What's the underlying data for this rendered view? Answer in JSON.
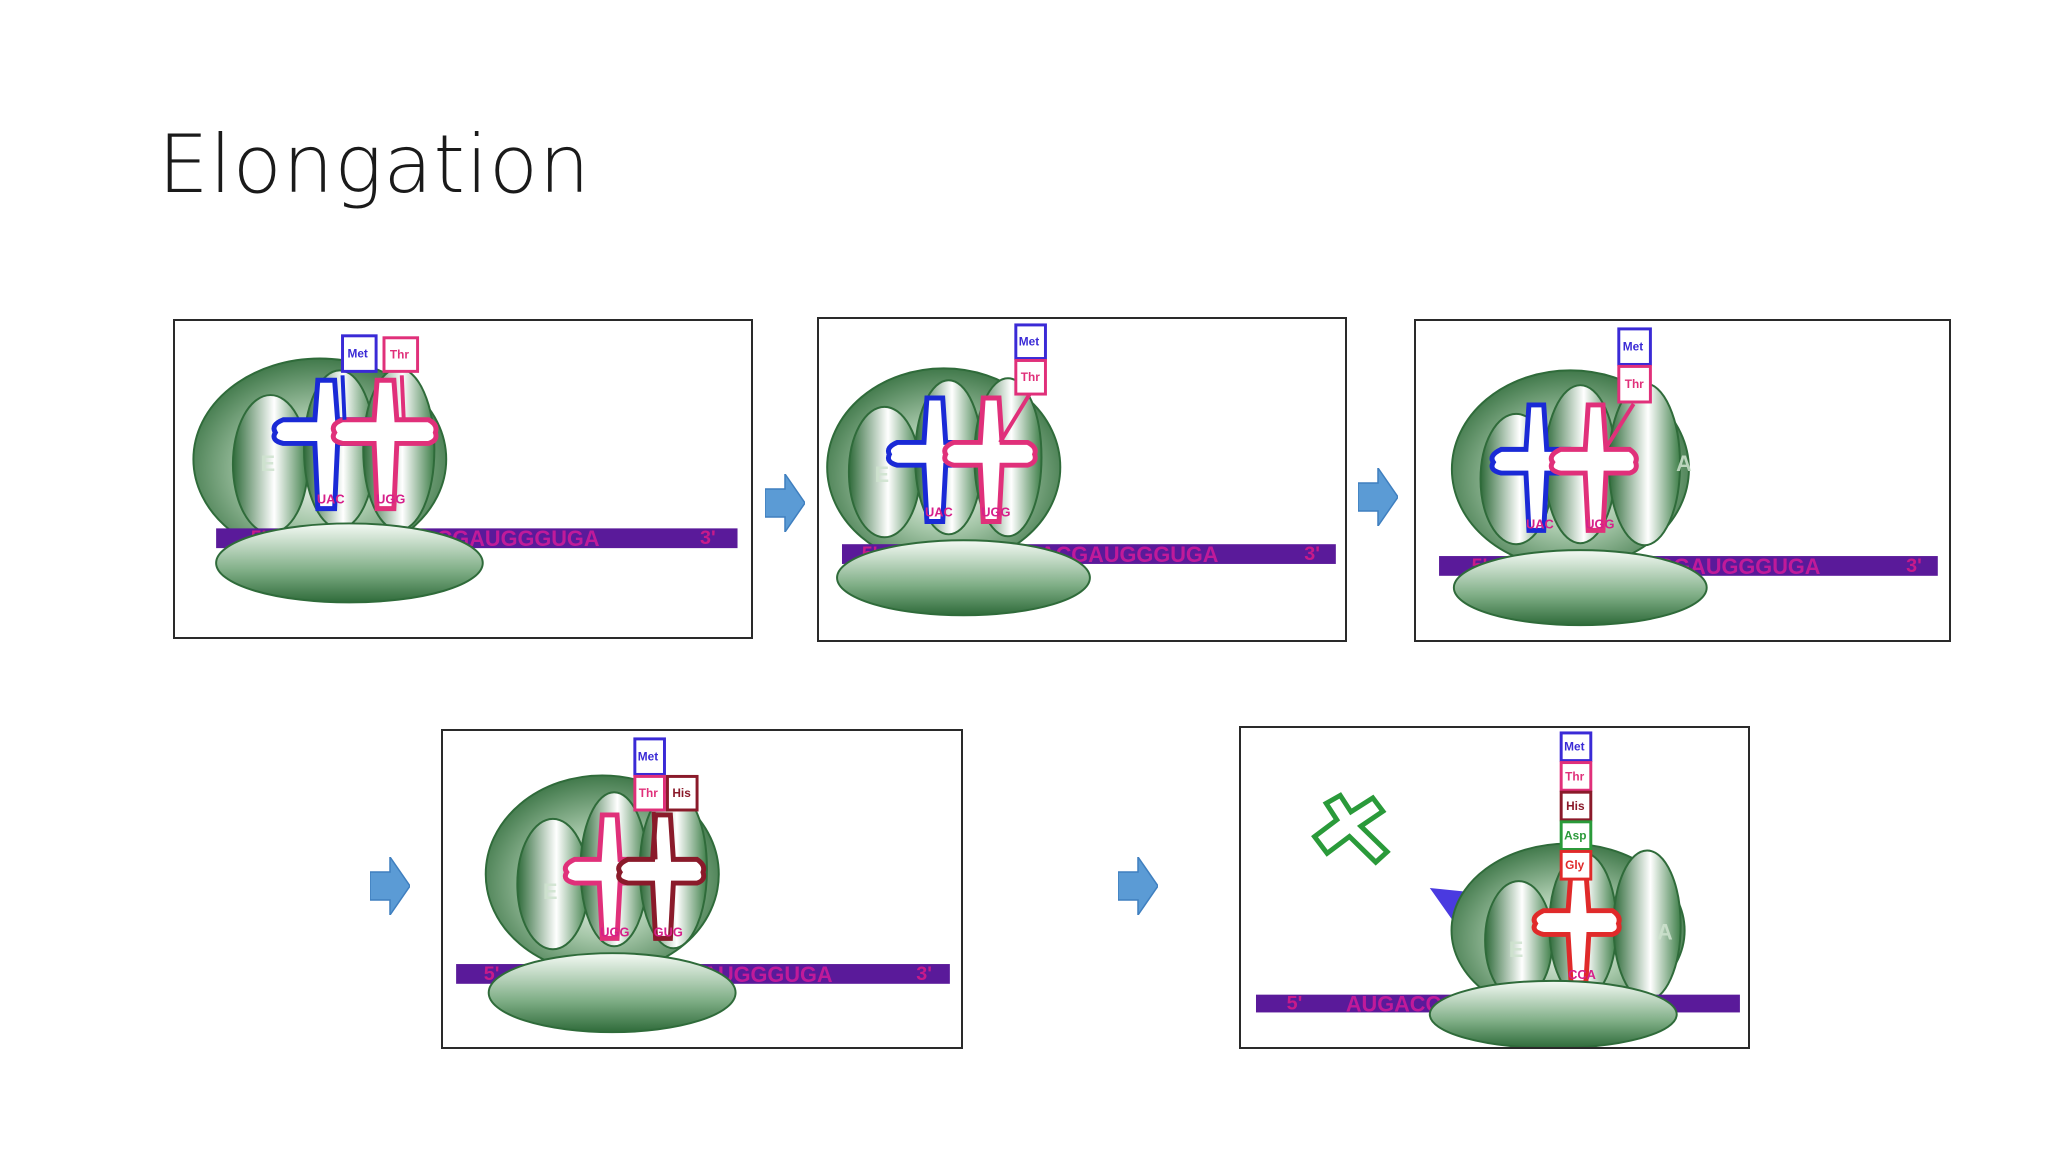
{
  "slide": {
    "title": "Elongation"
  },
  "mrna_ends": {
    "five": "5'",
    "three": "3'"
  },
  "sites": {
    "E": "E",
    "P": "P",
    "A": "A"
  },
  "colors": {
    "ribosome": "#3f7f49",
    "mrna_band": "#5a1a9a",
    "mrna_text": "#c01a9a",
    "met": "#3a2ad6",
    "thr": "#e0307a",
    "his": "#8a1a2a",
    "asp": "#2a9a3a",
    "gly": "#e02a2a",
    "arrow": "#5b9bd5"
  },
  "panels": [
    {
      "id": "p1",
      "mrna": "AUGACCCACGAUGGGUGA",
      "amino_acids": [
        "Met",
        "Thr"
      ],
      "anticodons": [
        "UAC",
        "UGG"
      ]
    },
    {
      "id": "p2",
      "mrna": "AUGACCCACGAUGGGUGA",
      "amino_acids": [
        "Met",
        "Thr"
      ],
      "anticodons": [
        "UAC",
        "UGG"
      ]
    },
    {
      "id": "p3",
      "mrna": "AUGACCCACGAUGGGUGA",
      "amino_acids": [
        "Met",
        "Thr"
      ],
      "anticodons": [
        "UAC",
        "UGG"
      ]
    },
    {
      "id": "p4",
      "mrna": "AUGACCCACGAUGGGUGA",
      "amino_acids": [
        "Met",
        "Thr",
        "His"
      ],
      "anticodons": [
        "UGG",
        "GUG"
      ]
    },
    {
      "id": "p5",
      "mrna": "AUGACCCA",
      "amino_acids": [
        "Met",
        "Thr",
        "His",
        "Asp",
        "Gly"
      ],
      "anticodons": [
        "CCA"
      ]
    }
  ]
}
